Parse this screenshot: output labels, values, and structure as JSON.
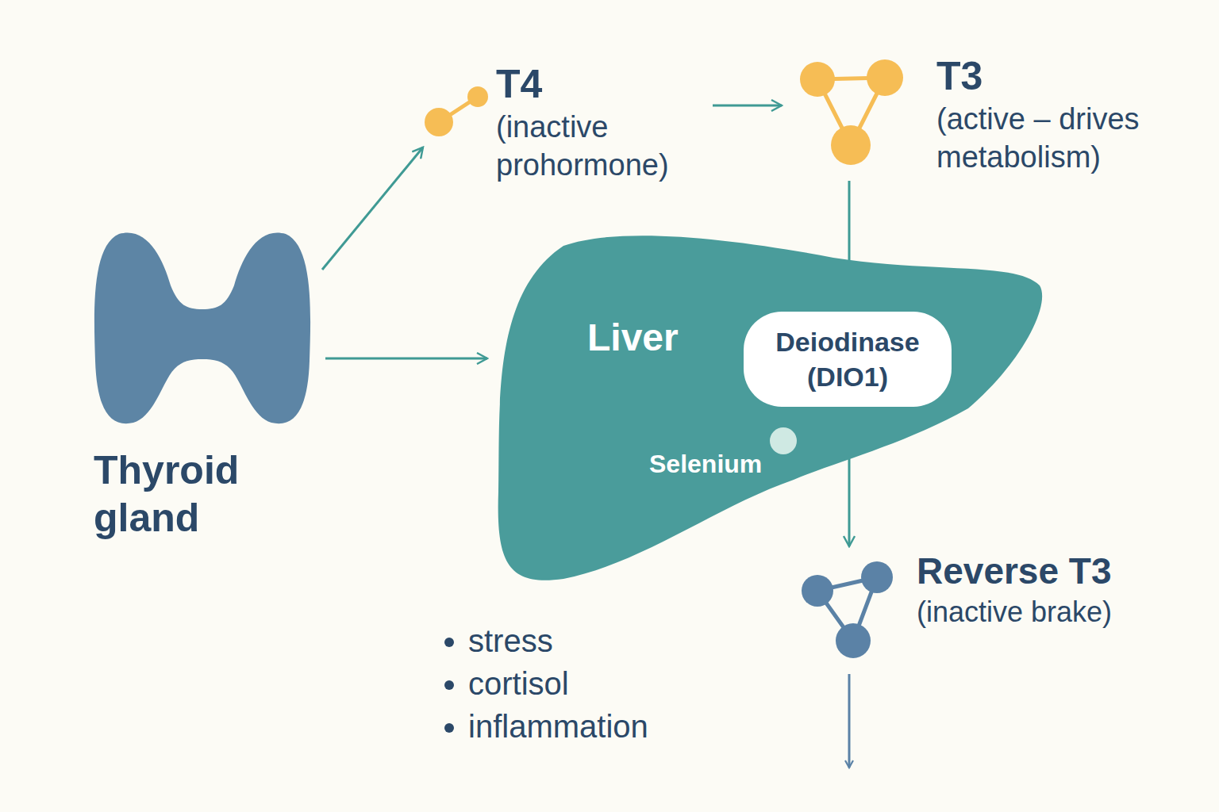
{
  "diagram": {
    "nodes": [
      {
        "text": [
          "Thyroid gland"
        ]
      },
      {
        "text": [
          "T4",
          "(inactive prohormone)"
        ]
      },
      {
        "text": [
          "T3",
          "(active – drives metabolism)"
        ]
      },
      {
        "text": [
          "Liver"
        ]
      },
      {
        "text": [
          "Deiodinase (DIO1)"
        ],
        "in": 3
      },
      {
        "text": [
          "Reverse T3",
          "(inactive brake)"
        ]
      }
    ],
    "edges": [
      {
        "from": 0,
        "to": 1,
        "arrow": "to"
      },
      {
        "from": 0,
        "to": 3,
        "arrow": "to"
      },
      {
        "from": 1,
        "to": 2,
        "arrow": "to"
      },
      {
        "from": 2,
        "to": 4,
        "arrow": "to"
      },
      {
        "from": 4,
        "to": 5,
        "arrow": "to"
      }
    ],
    "labels": [
      "Selenium",
      "stress",
      "cortisol",
      "inflammation"
    ]
  }
}
